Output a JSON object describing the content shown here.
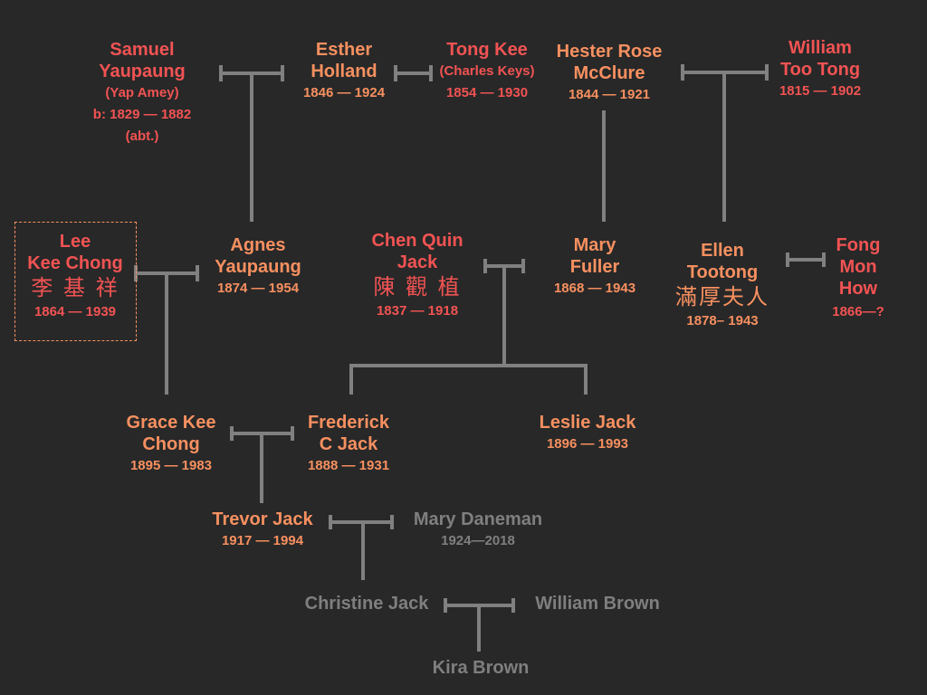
{
  "title": "Family tree",
  "colors": {
    "background": "#282828",
    "direct_ancestor_red": "#f25353",
    "ancestor_orange": "#f79060",
    "living_grey": "#7f7f7f",
    "connector": "#808080"
  },
  "people": {
    "samuel_yaupaung": {
      "name": "Samuel Yaupaung",
      "line1": "Samuel",
      "line2": "Yaupaung",
      "alias": "(Yap Amey)",
      "dates": "b: 1829 — 1882",
      "note": "(abt.)"
    },
    "esther_holland": {
      "line1": "Esther",
      "line2": "Holland",
      "dates": "1846 — 1924"
    },
    "tong_kee": {
      "line1": "Tong Kee",
      "alias": "(Charles Keys)",
      "dates": "1854 — 1930"
    },
    "hester_rose_mcclure": {
      "line1": "Hester Rose",
      "line2": "McClure",
      "dates": "1844 — 1921"
    },
    "william_too_tong": {
      "line1": "William",
      "line2": "Too Tong",
      "dates": "1815 — 1902"
    },
    "lee_kee_chong": {
      "line1": "Lee",
      "line2": "Kee Chong",
      "chinese": "李 基 祥",
      "dates": "1864 — 1939"
    },
    "agnes_yaupaung": {
      "line1": "Agnes",
      "line2": "Yaupaung",
      "dates": "1874 — 1954"
    },
    "chen_quin_jack": {
      "line1": "Chen Quin",
      "line2": "Jack",
      "chinese": "陳 觀 植",
      "dates": "1837 — 1918"
    },
    "mary_fuller": {
      "line1": "Mary",
      "line2": "Fuller",
      "dates": "1868 — 1943"
    },
    "ellen_tootong": {
      "line1": "Ellen",
      "line2": "Tootong",
      "chinese": "滿厚夫人",
      "dates": "1878– 1943"
    },
    "fong_mon_how": {
      "line1": "Fong",
      "line2": "Mon",
      "line3": "How",
      "dates": "1866—?"
    },
    "grace_kee_chong": {
      "line1": "Grace Kee",
      "line2": "Chong",
      "dates": "1895 — 1983"
    },
    "frederick_c_jack": {
      "line1": "Frederick",
      "line2": "C Jack",
      "dates": "1888 — 1931"
    },
    "leslie_jack": {
      "line1": "Leslie Jack",
      "dates": "1896 — 1993"
    },
    "trevor_jack": {
      "line1": "Trevor Jack",
      "dates": "1917 — 1994"
    },
    "mary_daneman": {
      "line1": "Mary Daneman",
      "dates": "1924—2018"
    },
    "christine_jack": {
      "line1": "Christine Jack"
    },
    "william_brown": {
      "line1": "William Brown"
    },
    "kira_brown": {
      "line1": "Kira Brown"
    }
  }
}
